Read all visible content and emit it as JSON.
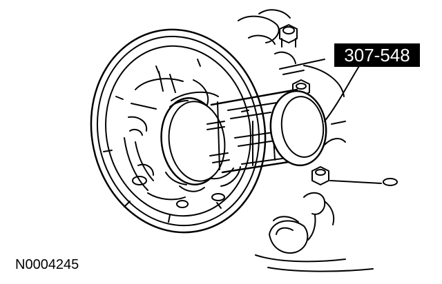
{
  "diagram": {
    "tool_number": "307-548",
    "figure_id": "N0004245"
  },
  "colors": {
    "line": "#000000",
    "background": "#ffffff",
    "label_fill": "#000000",
    "label_text": "#ffffff"
  },
  "icons": {
    "tool": "special-service-tool-cylinder",
    "bolt": "hex-bolt",
    "wheel": "backing-plate-ring"
  }
}
